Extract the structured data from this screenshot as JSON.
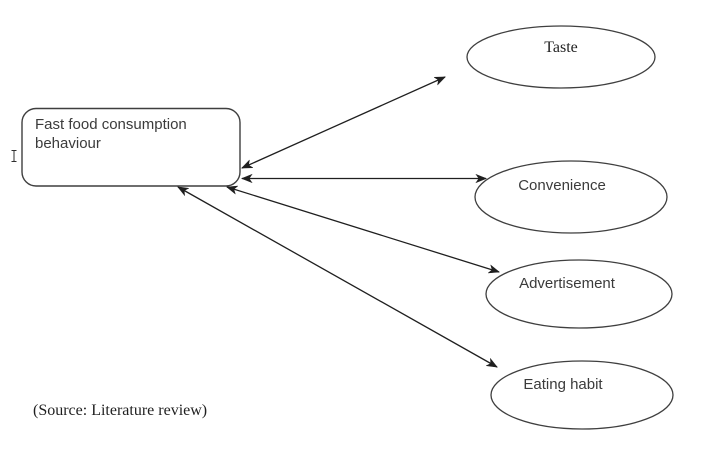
{
  "diagram": {
    "main_box": {
      "label": "Fast food consumption behaviour"
    },
    "factors": [
      {
        "label": "Taste"
      },
      {
        "label": "Convenience"
      },
      {
        "label": "Advertisement"
      },
      {
        "label": "Eating habit"
      }
    ],
    "caption": "(Source: Literature review)",
    "colors": {
      "background": "#ffffff",
      "shape_outline": "#3f3f3f",
      "arrow": "#1f1f1f",
      "sans_text": "#3b3b3b",
      "serif_text": "#1f1f1f"
    },
    "arrow_style": "double-headed"
  }
}
